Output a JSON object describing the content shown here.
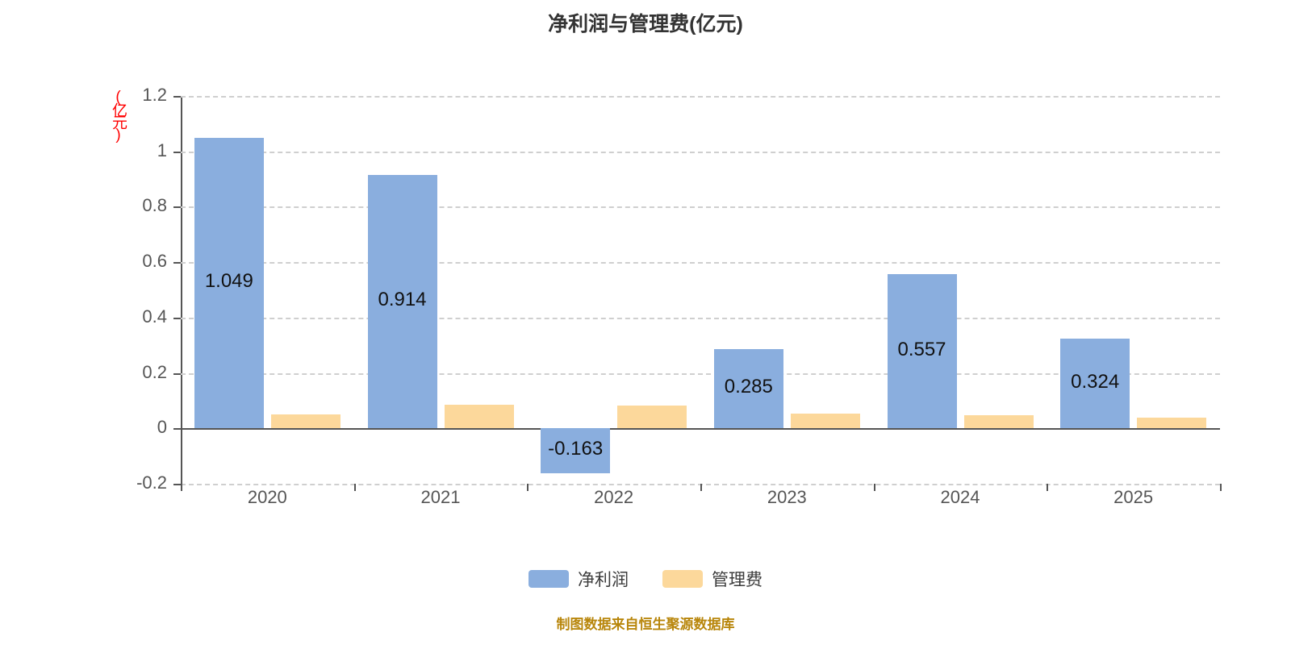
{
  "chart_data": {
    "type": "bar",
    "title": "净利润与管理费(亿元)",
    "xlabel": "",
    "ylabel": "(亿元)",
    "categories": [
      "2020",
      "2021",
      "2022",
      "2023",
      "2024",
      "2025"
    ],
    "series": [
      {
        "name": "净利润",
        "color": "#8aaede",
        "values": [
          1.049,
          0.914,
          -0.163,
          0.285,
          0.557,
          0.324
        ],
        "labels": [
          "1.049",
          "0.914",
          "-0.163",
          "0.285",
          "0.557",
          "0.324"
        ]
      },
      {
        "name": "管理费",
        "color": "#fcd89b",
        "values": [
          0.049,
          0.086,
          0.081,
          0.052,
          0.046,
          0.039
        ],
        "labels": [
          "",
          "",
          "",
          "",
          "",
          ""
        ]
      }
    ],
    "ylim": [
      -0.2,
      1.2
    ],
    "yticks": [
      1.2,
      1,
      0.8,
      0.6,
      0.4,
      0.2,
      0,
      -0.2
    ],
    "ytick_labels": [
      "1.2",
      "1",
      "0.8",
      "0.6",
      "0.4",
      "0.2",
      "0",
      "-0.2"
    ],
    "grid": true,
    "grid_style": "dashed-horizontal",
    "legend_position": "bottom-center"
  },
  "legend": {
    "items": [
      {
        "label": "净利润",
        "color": "#8aaede"
      },
      {
        "label": "管理费",
        "color": "#fcd89b"
      }
    ]
  },
  "footer": {
    "note": "制图数据来自恒生聚源数据库",
    "color": "#b8860b"
  },
  "colors": {
    "net_profit": "#8aaede",
    "admin_expense": "#fcd89b",
    "axis": "#555555",
    "grid": "#cfcfcf",
    "title": "#333333",
    "y_axis_title": "#ff0000"
  }
}
